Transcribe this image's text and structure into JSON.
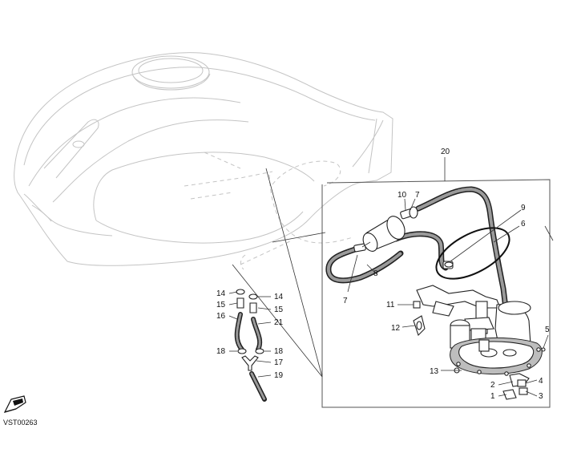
{
  "diagram_code": "VST00263",
  "callouts": {
    "c1": "1",
    "c2": "2",
    "c3": "3",
    "c4": "4",
    "c5": "5",
    "c6": "6",
    "c7a": "7",
    "c7b": "7",
    "c8": "8",
    "c9": "9",
    "c10": "10",
    "c11": "11",
    "c12": "12",
    "c13": "13",
    "c14a": "14",
    "c14b": "14",
    "c15a": "15",
    "c15b": "15",
    "c16": "16",
    "c17": "17",
    "c18a": "18",
    "c18b": "18",
    "c19": "19",
    "c20": "20",
    "c21": "21"
  }
}
